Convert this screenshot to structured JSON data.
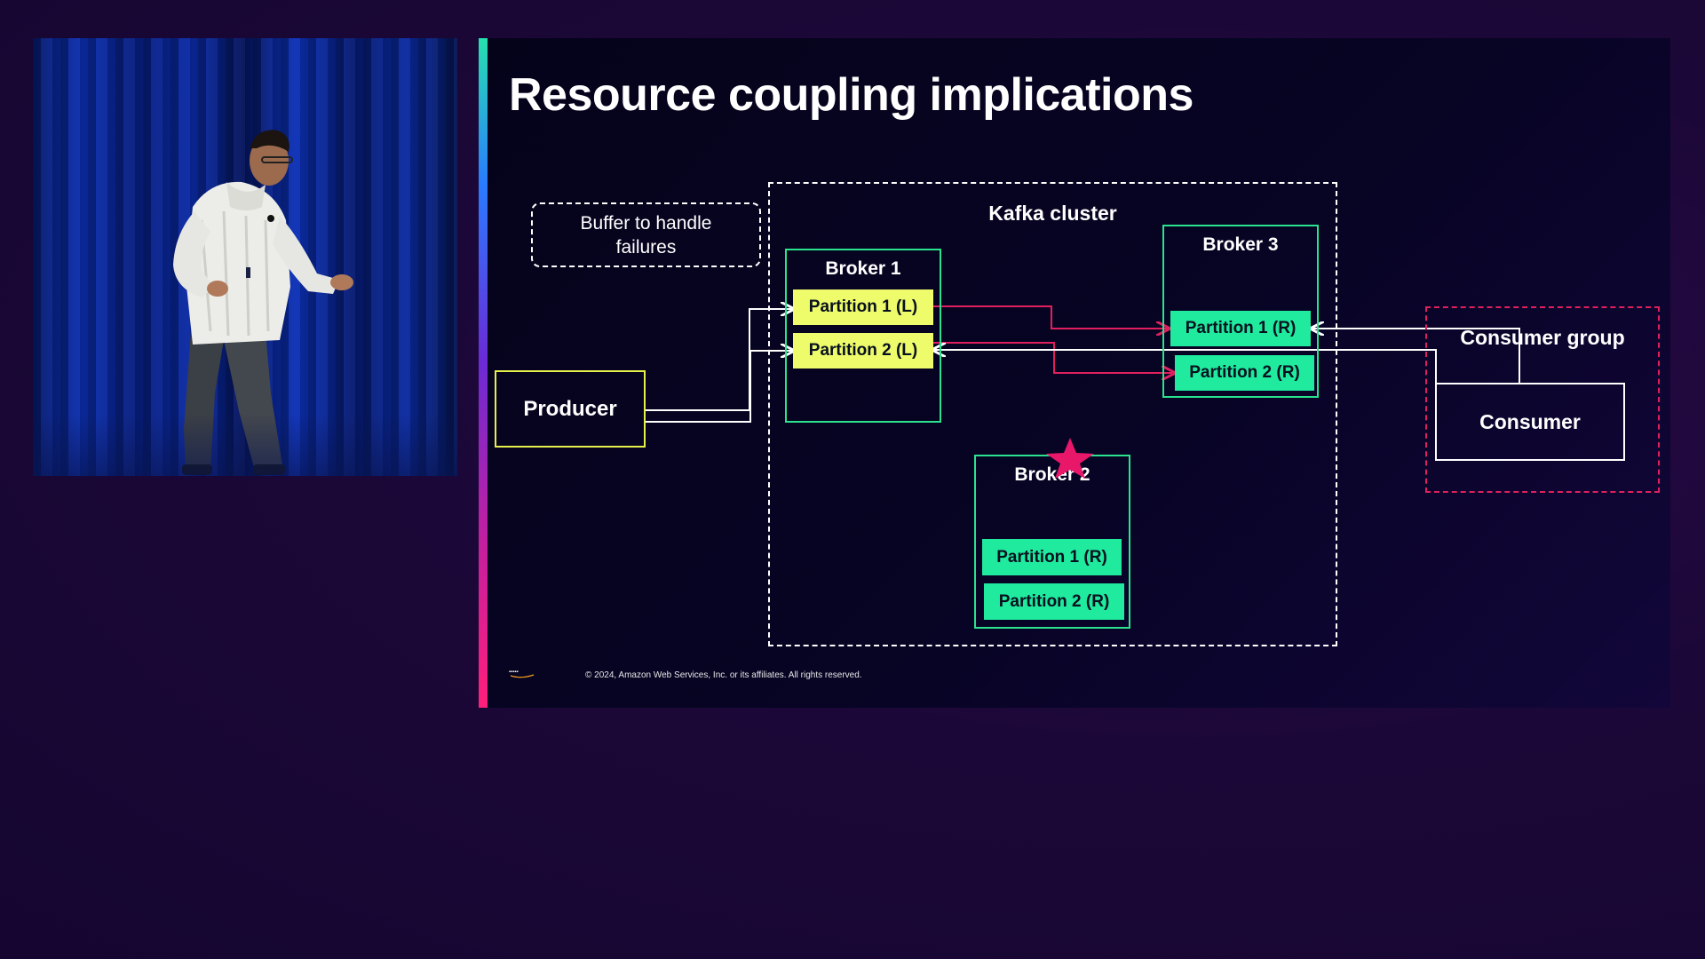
{
  "slide": {
    "title": "Resource coupling implications",
    "buffer_note": "Buffer to handle failures",
    "cluster_label": "Kafka cluster",
    "producer_label": "Producer",
    "brokers": [
      {
        "label": "Broker 1",
        "partitions": [
          "Partition 1 (L)",
          "Partition 2 (L)"
        ]
      },
      {
        "label": "Broker 2",
        "partitions": [
          "Partition 1 (R)",
          "Partition 2 (R)"
        ]
      },
      {
        "label": "Broker 3",
        "partitions": [
          "Partition 1 (R)",
          "Partition 2 (R)"
        ]
      }
    ],
    "consumer_group_label": "Consumer group",
    "consumer_label": "Consumer",
    "footer": {
      "copyright": "© 2024, Amazon Web Services, Inc. or its affiliates. All rights reserved."
    }
  },
  "colors": {
    "leader_partition": "#eefb6a",
    "replica_partition": "#1fea9e",
    "broker_border": "#2be28e",
    "producer_border": "#e6f04a",
    "replication_line": "#e0205e",
    "failure_star": "#e8176a"
  },
  "icons": {
    "failure_marker": "star-icon",
    "footer_logo": "aws-logo-icon"
  }
}
